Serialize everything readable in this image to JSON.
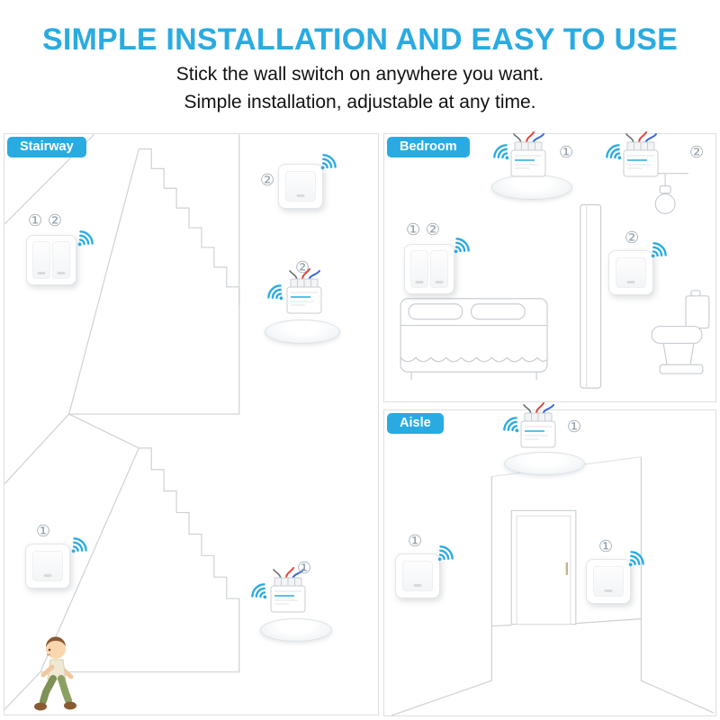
{
  "header": {
    "title": "SIMPLE INSTALLATION AND EASY TO USE",
    "subtitle_line1": "Stick the wall switch on anywhere you want.",
    "subtitle_line2": "Simple installation,  adjustable at any time."
  },
  "panels": {
    "stairway": {
      "label": "Stairway",
      "devices": {
        "switch_top_right_marker": "②",
        "switch_left_pair_markers": "① ②",
        "relay_middle_marker": "②",
        "switch_bottom_left_marker": "①",
        "relay_bottom_marker": "①"
      }
    },
    "bedroom": {
      "label": "Bedroom",
      "devices": {
        "relay_top_marker": "①",
        "relay_right_marker": "②",
        "switch_left_pair_markers": "① ②",
        "switch_right_marker": "②"
      }
    },
    "aisle": {
      "label": "Aisle",
      "devices": {
        "relay_top_marker": "①",
        "switch_left_marker": "①",
        "switch_right_marker": "①"
      }
    }
  },
  "colors": {
    "accent_blue": "#29ABE2",
    "marker_gray": "#94A1AC",
    "line_art_gray": "#CDD2D6",
    "wire_red": "#E2453C",
    "wire_blue": "#3A6BD8"
  }
}
